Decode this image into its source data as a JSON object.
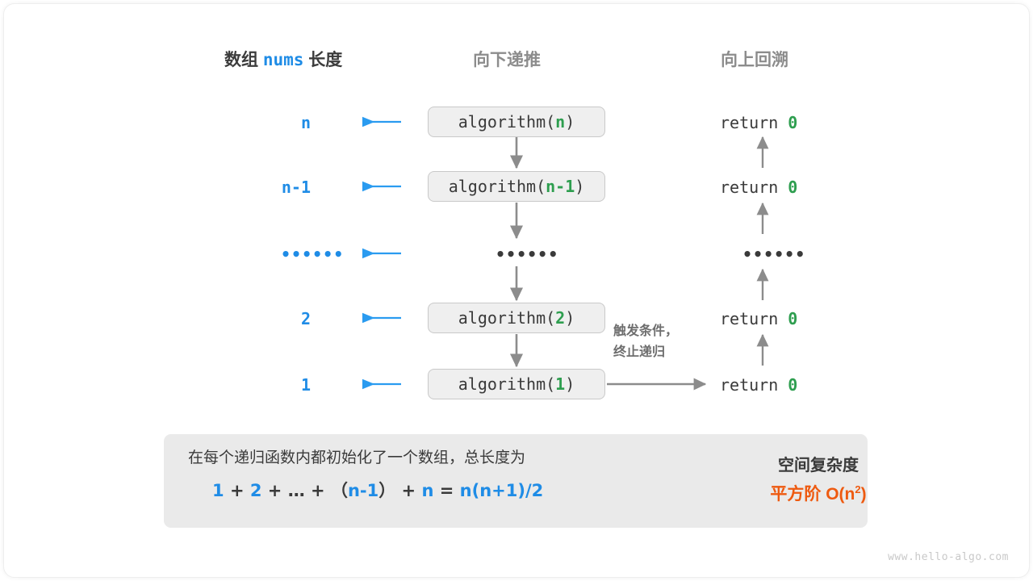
{
  "headings": {
    "left_prefix": "数组",
    "left_code": "nums",
    "left_suffix": "长度",
    "middle": "向下递推",
    "right": "向上回溯"
  },
  "rows": [
    {
      "length": "n",
      "call_prefix": "algorithm(",
      "call_arg": "n",
      "call_suffix": ")",
      "return_label": "return",
      "return_value": "0"
    },
    {
      "length": "n-1",
      "call_prefix": "algorithm(",
      "call_arg": "n-1",
      "call_suffix": ")",
      "return_label": "return",
      "return_value": "0"
    },
    {
      "length": "••••••",
      "call_prefix": "",
      "call_arg": "",
      "call_suffix": "",
      "return_label": "",
      "return_value": ""
    },
    {
      "length": "2",
      "call_prefix": "algorithm(",
      "call_arg": "2",
      "call_suffix": ")",
      "return_label": "return",
      "return_value": "0"
    },
    {
      "length": "1",
      "call_prefix": "algorithm(",
      "call_arg": "1",
      "call_suffix": ")",
      "return_label": "return",
      "return_value": "0"
    }
  ],
  "ellipsis": {
    "left": "••••••",
    "middle": "••••••",
    "right": "••••••"
  },
  "note": {
    "line1": "触发条件，",
    "line2": "终止递归"
  },
  "summary": {
    "description": "在每个递归函数内都初始化了一个数组，总长度为",
    "equation": {
      "t1": "1",
      "op1": "+",
      "t2": "2",
      "op2": "+",
      "t3": "…",
      "op3": "+",
      "lparen": "（",
      "t4": "n-1",
      "rparen": "）",
      "op4": "+",
      "t5": "n",
      "eq": "=",
      "result": "n(n+1)/2"
    },
    "metric_title": "空间复杂度",
    "metric_order_label": "平方阶",
    "metric_order_value": "O(n",
    "metric_order_exp": "2",
    "metric_order_tail": ")"
  },
  "watermark": "www.hello-algo.com",
  "colors": {
    "blue": "#1f8ce6",
    "green": "#2e9e4f",
    "orange": "#ee5a10",
    "gray_arrow": "#8c8c8c",
    "panel_bg": "#eaeaea",
    "box_bg": "#efefef",
    "box_border": "#c9c9c9"
  }
}
